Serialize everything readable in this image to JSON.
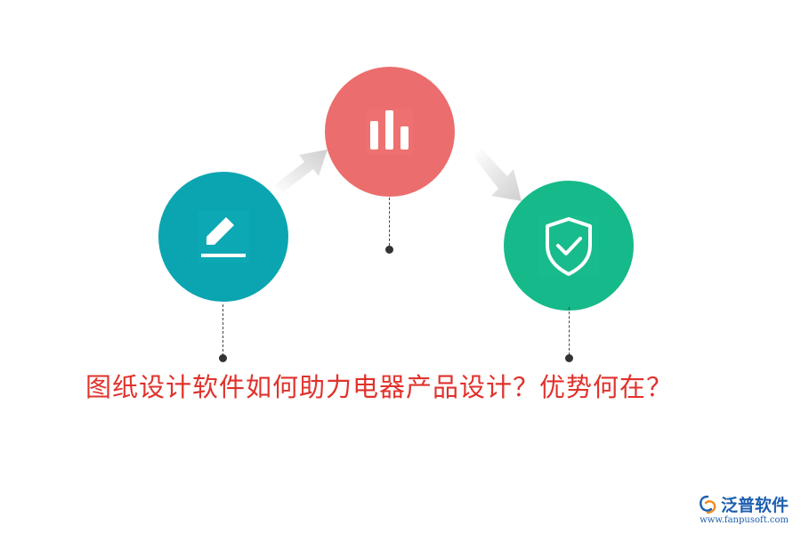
{
  "title": "图纸设计软件如何助力电器产品设计？优势何在？",
  "colors": {
    "edit_circle": "#0ba5b1",
    "chart_circle": "#ec6d6d",
    "shield_circle": "#16b98a",
    "arrow": "#d9d9d9",
    "title_text": "#e0322c",
    "brand": "#1d5fae"
  },
  "icons": [
    "edit-icon",
    "bar-chart-icon",
    "shield-check-icon"
  ],
  "brand": {
    "name": "泛普软件",
    "url": "www.fanpusoft.com"
  }
}
